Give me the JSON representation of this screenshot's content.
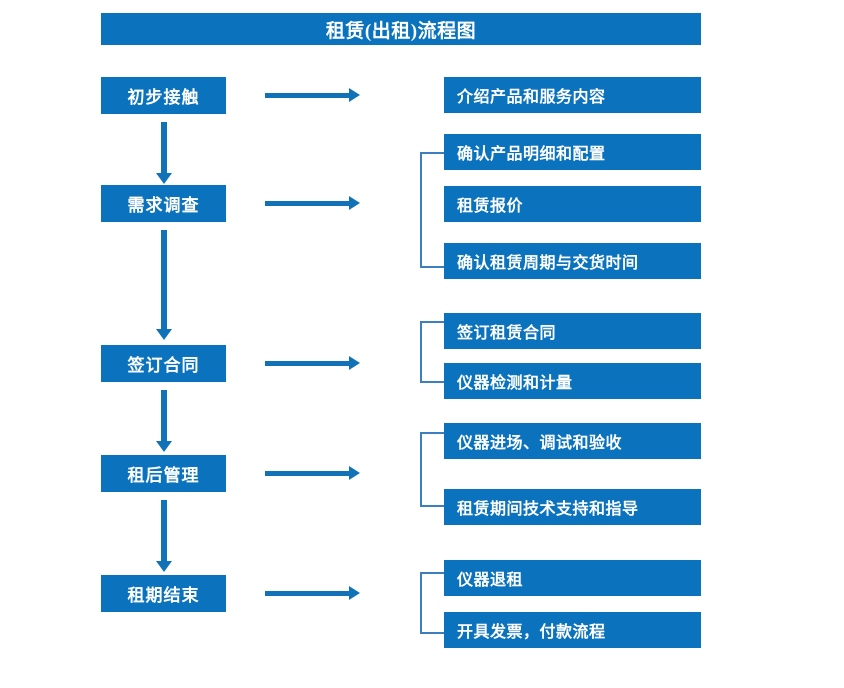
{
  "title": {
    "text": "租赁(出租)流程图"
  },
  "colors": {
    "box_blue": "#0b72bd",
    "arrow_blue": "#1272b8",
    "bracket_blue": "#3c7fc0",
    "text_white": "#ffffff",
    "background": "#ffffff"
  },
  "chart_data": {
    "type": "diagram",
    "title": "租赁(出租)流程图",
    "orientation": "vertical-stages-with-horizontal-details",
    "stages": [
      {
        "label": "初步接触",
        "details": [
          "介绍产品和服务内容"
        ]
      },
      {
        "label": "需求调查",
        "details": [
          "确认产品明细和配置",
          "租赁报价",
          "确认租赁周期与交货时间"
        ]
      },
      {
        "label": "签订合同",
        "details": [
          "签订租赁合同",
          "仪器检测和计量"
        ]
      },
      {
        "label": "租后管理",
        "details": [
          "仪器进场、调试和验收",
          "租赁期间技术支持和指导"
        ]
      },
      {
        "label": "租期结束",
        "details": [
          "仪器退租",
          "开具发票，付款流程"
        ]
      }
    ]
  },
  "stages": [
    {
      "label": "初步接触"
    },
    {
      "label": "需求调查"
    },
    {
      "label": "签订合同"
    },
    {
      "label": "租后管理"
    },
    {
      "label": "租期结束"
    }
  ],
  "details": [
    {
      "label": "介绍产品和服务内容"
    },
    {
      "label": "确认产品明细和配置"
    },
    {
      "label": "租赁报价"
    },
    {
      "label": "确认租赁周期与交货时间"
    },
    {
      "label": "签订租赁合同"
    },
    {
      "label": "仪器检测和计量"
    },
    {
      "label": "仪器进场、调试和验收"
    },
    {
      "label": "租赁期间技术支持和指导"
    },
    {
      "label": "仪器退租"
    },
    {
      "label": "开具发票，付款流程"
    }
  ]
}
